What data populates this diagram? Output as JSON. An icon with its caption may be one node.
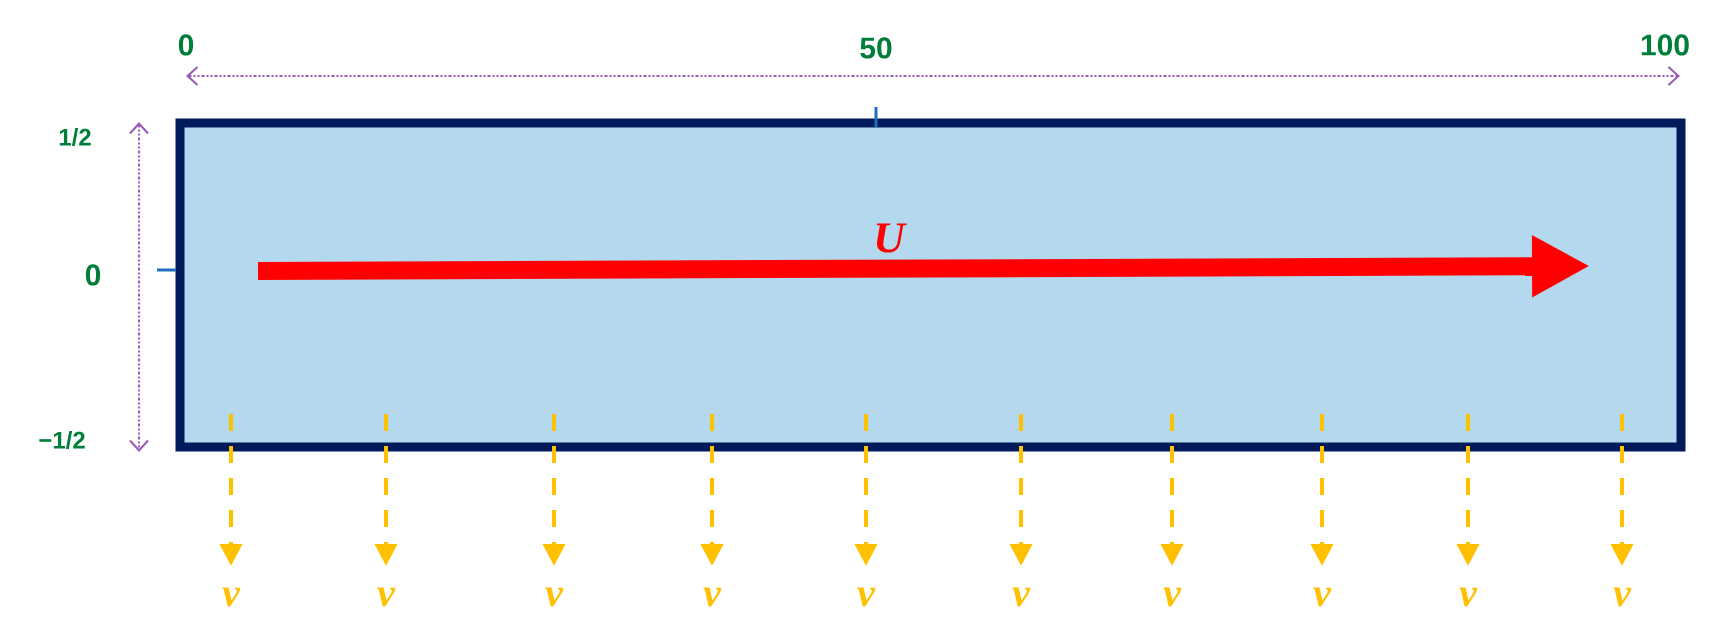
{
  "diagram": {
    "labels": [
      "0",
      "50",
      "100",
      "1/2",
      "0",
      "−1/2",
      "U",
      "v",
      "v",
      "v",
      "v",
      "v",
      "v",
      "v",
      "v",
      "v",
      "v"
    ]
  }
}
